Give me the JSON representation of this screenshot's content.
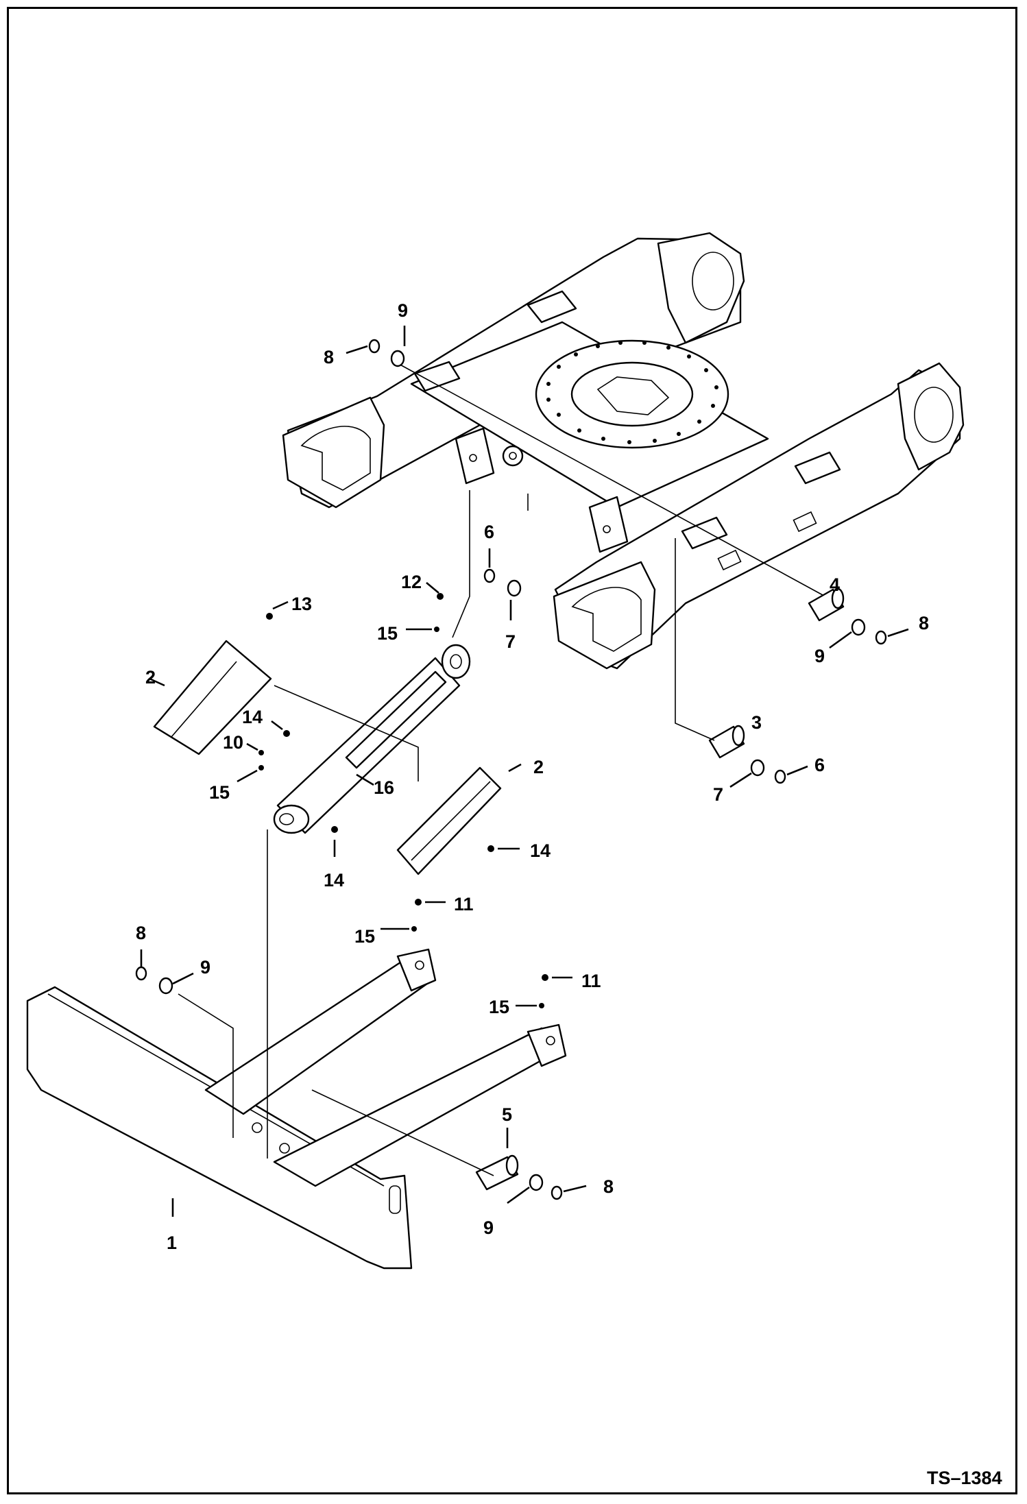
{
  "drawing_ref": "TS–1384",
  "callouts": [
    {
      "id": "c1",
      "label": "1"
    },
    {
      "id": "c2a",
      "label": "2"
    },
    {
      "id": "c2b",
      "label": "2"
    },
    {
      "id": "c3",
      "label": "3"
    },
    {
      "id": "c4",
      "label": "4"
    },
    {
      "id": "c5",
      "label": "5"
    },
    {
      "id": "c6a",
      "label": "6"
    },
    {
      "id": "c6b",
      "label": "6"
    },
    {
      "id": "c7a",
      "label": "7"
    },
    {
      "id": "c7b",
      "label": "7"
    },
    {
      "id": "c8a",
      "label": "8"
    },
    {
      "id": "c8b",
      "label": "8"
    },
    {
      "id": "c8c",
      "label": "8"
    },
    {
      "id": "c8d",
      "label": "8"
    },
    {
      "id": "c9a",
      "label": "9"
    },
    {
      "id": "c9b",
      "label": "9"
    },
    {
      "id": "c9c",
      "label": "9"
    },
    {
      "id": "c9d",
      "label": "9"
    },
    {
      "id": "c10",
      "label": "10"
    },
    {
      "id": "c11a",
      "label": "11"
    },
    {
      "id": "c11b",
      "label": "11"
    },
    {
      "id": "c12",
      "label": "12"
    },
    {
      "id": "c13",
      "label": "13"
    },
    {
      "id": "c14a",
      "label": "14"
    },
    {
      "id": "c14b",
      "label": "14"
    },
    {
      "id": "c14c",
      "label": "14"
    },
    {
      "id": "c15a",
      "label": "15"
    },
    {
      "id": "c15b",
      "label": "15"
    },
    {
      "id": "c15c",
      "label": "15"
    },
    {
      "id": "c15d",
      "label": "15"
    },
    {
      "id": "c16",
      "label": "16"
    }
  ]
}
